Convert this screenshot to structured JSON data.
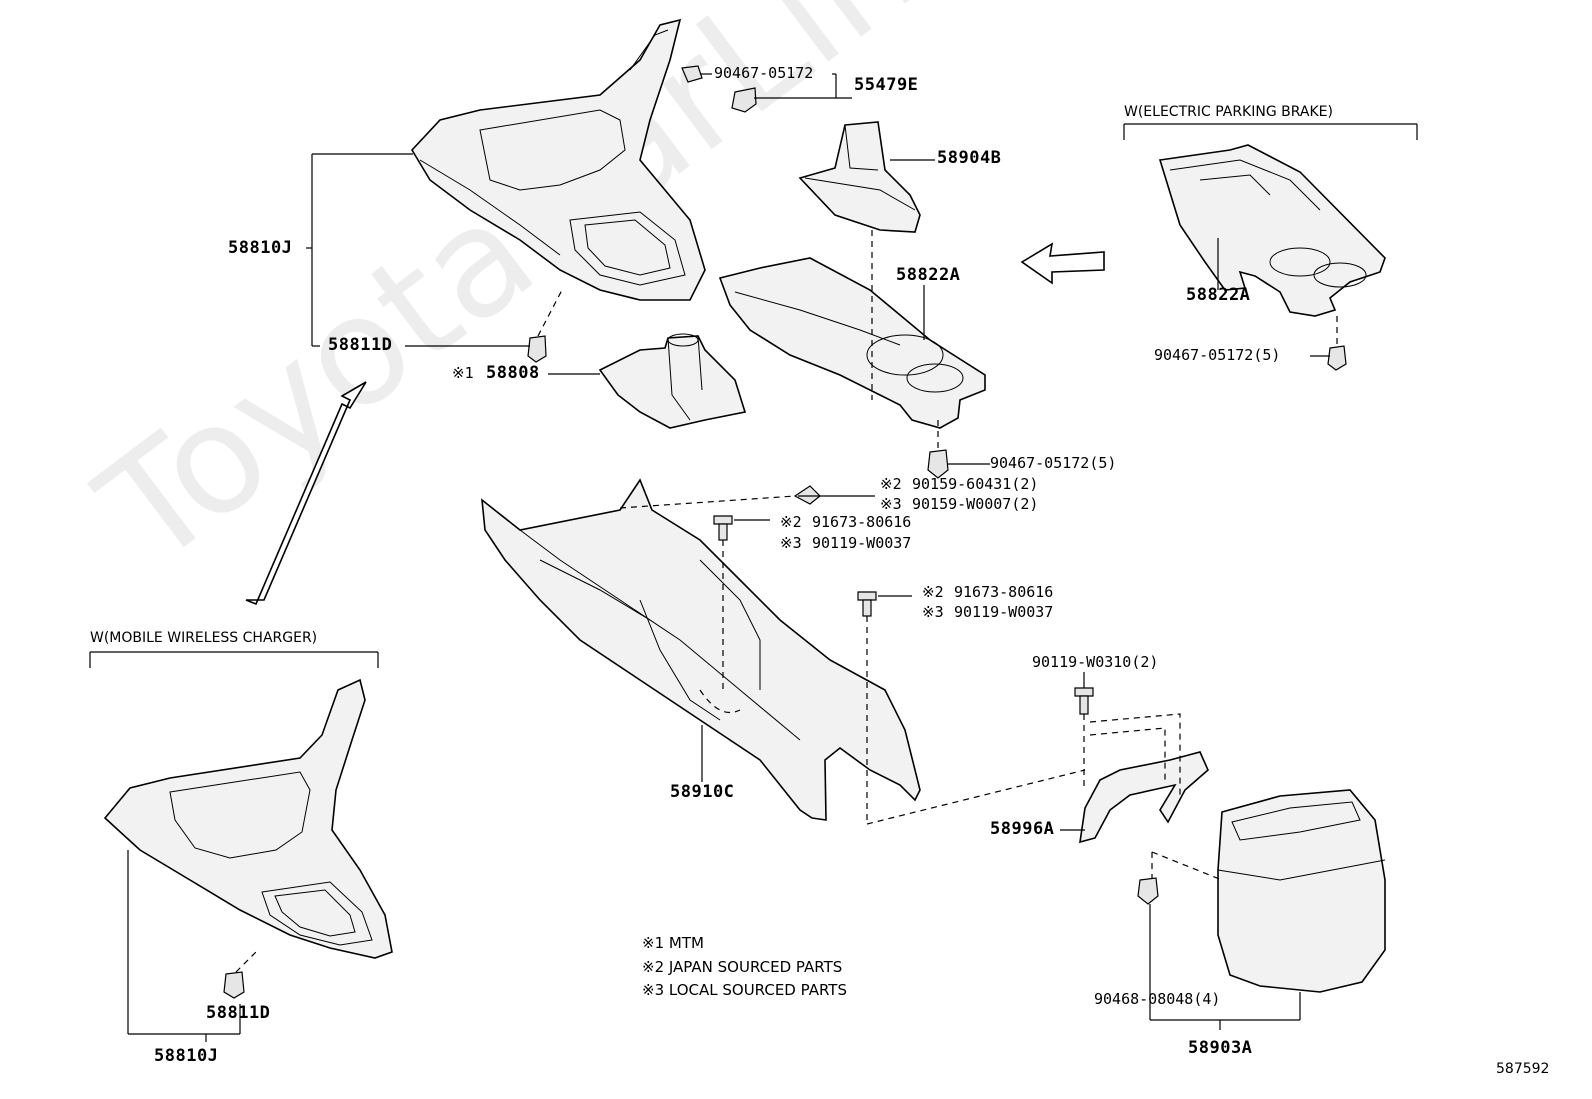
{
  "watermark": "ToyotaCarLine.ru",
  "diagram_id": "587592",
  "variants": {
    "electric_parking_brake": "W(ELECTRIC PARKING BRAKE)",
    "mobile_wireless_charger": "W(MOBILE WIRELESS CHARGER)"
  },
  "notes": [
    "※1 MTM",
    "※2 JAPAN SOURCED PARTS",
    "※3 LOCAL SOURCED PARTS"
  ],
  "parts": {
    "p90467_top": "90467-05172",
    "p55479E": "55479E",
    "p58904B": "58904B",
    "p58810J_top": "58810J",
    "p58811D_top": "58811D",
    "p58808_mark": "※1",
    "p58808": "58808",
    "p58822A_main": "58822A",
    "p58822A_epb": "58822A",
    "p90467_epb": "90467-05172(5)",
    "p90467_mid": "90467-05172(5)",
    "p90159_j_mark": "※2",
    "p90159_j": "90159-60431(2)",
    "p90159_l_mark": "※3",
    "p90159_l": "90159-W0007(2)",
    "p91673_a_mark": "※2",
    "p91673_a": "91673-80616",
    "p90119_a_mark": "※3",
    "p90119_a": "90119-W0037",
    "p91673_b_mark": "※2",
    "p91673_b": "91673-80616",
    "p90119_b_mark": "※3",
    "p90119_b": "90119-W0037",
    "p90119_w0310": "90119-W0310(2)",
    "p58910C": "58910C",
    "p58996A": "58996A",
    "p90468": "90468-08048(4)",
    "p58903A": "58903A",
    "p58811D_bottom": "58811D",
    "p58810J_bottom": "58810J"
  }
}
